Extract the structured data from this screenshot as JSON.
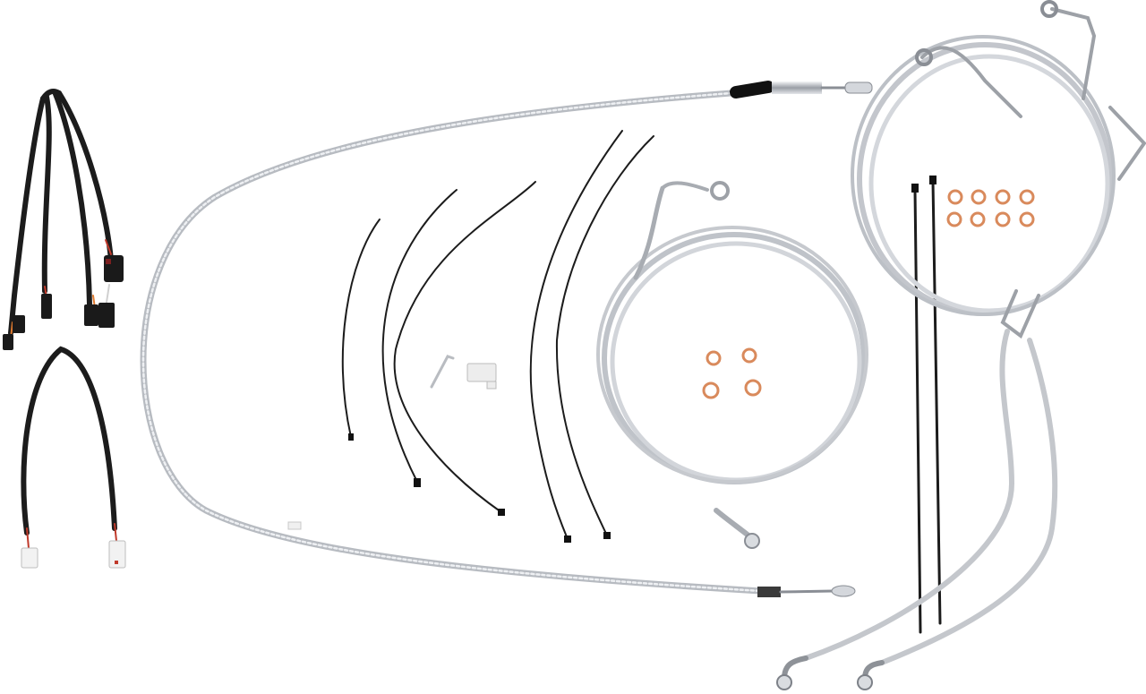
{
  "image": {
    "background": "#ffffff",
    "colors": {
      "braided_steel": "#c9ccd1",
      "braided_highlight": "#eef0f3",
      "black_wire": "#1c1c1c",
      "heat_shrink": "#151515",
      "copper_washer": "#d98a5c",
      "connector_white": "#f2f2f2",
      "red_wire": "#c03a2b",
      "orange_wire": "#e07a2e"
    },
    "items": [
      "wiring-harness-extensions",
      "wiring-jumper",
      "clutch-cable",
      "cable-ties",
      "brake-line-coil",
      "copper-crush-washers",
      "abs-brake-lines",
      "mounting-clips"
    ]
  }
}
